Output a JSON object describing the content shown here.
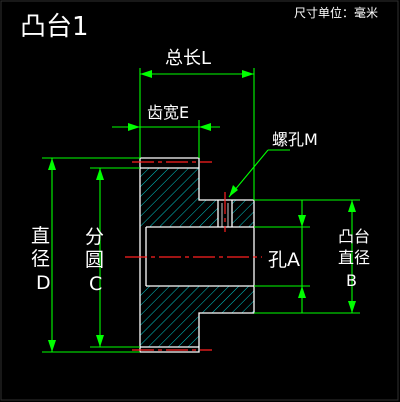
{
  "title": "凸台1",
  "units_note": "尺寸单位：毫米",
  "labels": {
    "total_length": "总长L",
    "tooth_width": "齿宽E",
    "screw_hole": "螺孔M",
    "hole": "孔A",
    "diameter_col1": "直",
    "diameter_col2": "径",
    "diameter_col3": "D",
    "pitch_col1": "分",
    "pitch_col2": "圆",
    "pitch_col3": "C",
    "boss_col1": "凸台",
    "boss_col2": "直径",
    "boss_col3": "B"
  },
  "colors": {
    "background": "#000000",
    "outline": "#ffffff",
    "hatch": "#00c8c8",
    "dimension": "#00ff00",
    "arrow": "#00ff00",
    "centerline": "#ff2020",
    "text": "#ffffff"
  }
}
